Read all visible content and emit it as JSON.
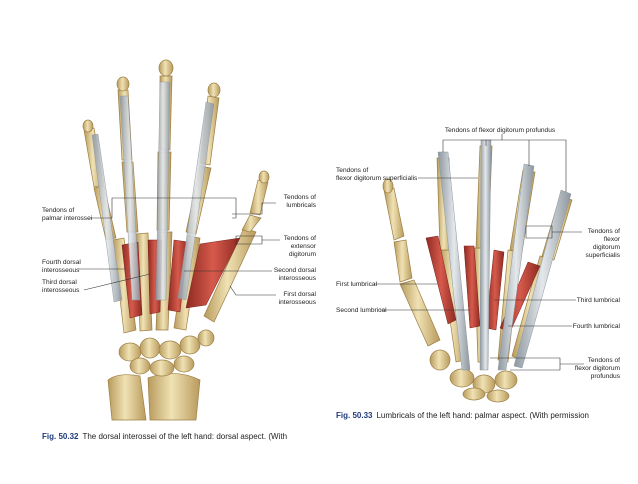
{
  "figure_left": {
    "labels": {
      "tendons_palmar_interossei": [
        "Tendons of",
        "palmar interossei"
      ],
      "fourth_dorsal_interosseous": [
        "Fourth dorsal",
        "interosseous"
      ],
      "third_dorsal_interosseous": [
        "Third dorsal",
        "interosseous"
      ],
      "tendons_lumbricals": [
        "Tendons of",
        "lumbricals"
      ],
      "tendons_extensor_digitorum": [
        "Tendons of",
        "extensor",
        "digitorum"
      ],
      "second_dorsal_interosseous": [
        "Second dorsal",
        "interosseous"
      ],
      "first_dorsal_interosseous": [
        "First dorsal",
        "interosseous"
      ]
    },
    "caption": {
      "number": "Fig. 50.32",
      "text": "The dorsal interossei of the left hand: dorsal aspect. (With"
    }
  },
  "figure_right": {
    "labels": {
      "tendons_fdp": "Tendons of flexor digitorum profundus",
      "tendons_fds": [
        "Tendons of",
        "flexor digitorum superficialis"
      ],
      "first_lumbrical": "First lumbrical",
      "second_lumbrical": "Second lumbrical",
      "tendons_fds_right": [
        "Tendons of",
        "flexor",
        "digitorum",
        "superficialis"
      ],
      "third_lumbrical": "Third lumbrical",
      "fourth_lumbrical": "Fourth lumbrical",
      "tendons_fdp_bottom": [
        "Tendons of",
        "flexor digitorum",
        "profundus"
      ]
    },
    "caption": {
      "number": "Fig. 50.33",
      "text": "Lumbricals of the left hand: palmar aspect. (With permission"
    }
  },
  "colors": {
    "bone": "#e8d7a4",
    "bone_shade": "#b89a5c",
    "tendon": "#c9d0d6",
    "tendon_edge": "#8d979f",
    "muscle": "#c0453a",
    "muscle_dark": "#8e2a22",
    "caption_number": "#1f3a7a"
  }
}
